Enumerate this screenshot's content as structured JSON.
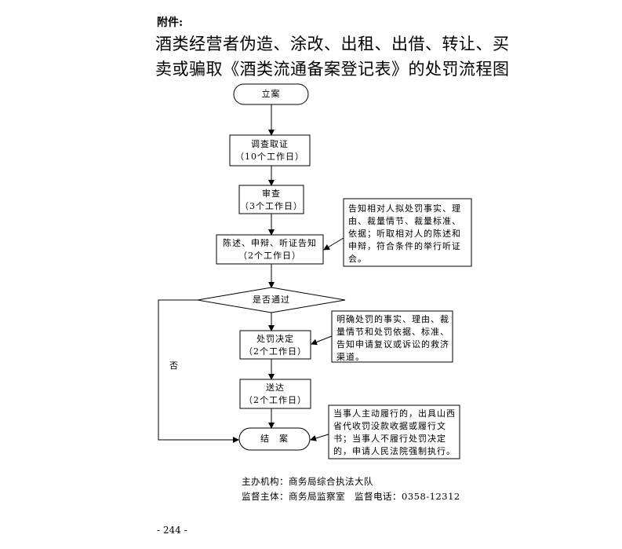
{
  "header": {
    "attachment_label": "附件:",
    "title_line1": "酒类经营者伪造、涂改、出租、出借、转让、买",
    "title_line2": "卖或骗取《酒类流通备案登记表》的处罚流程图"
  },
  "flow": {
    "start": "立案",
    "investigate": {
      "label": "调查取证",
      "duration": "（10个工作日）"
    },
    "review": {
      "label": "审查",
      "duration": "（3个工作日）"
    },
    "notify": {
      "label": "陈述、申辩、听证告知",
      "duration": "（2个工作日）"
    },
    "decision_diamond": "是否通过",
    "no_label": "否",
    "penalty": {
      "label": "处罚决定",
      "duration": "（2个工作日）"
    },
    "deliver": {
      "label": "送达",
      "duration": "（2个工作日）"
    },
    "end": "结　案"
  },
  "notes": {
    "notify_note": "告知相对人拟处罚事实、理由、裁量情节、裁量标准、依据；听取相对人的陈述和申辩，符合条件的举行听证会。",
    "penalty_note": "明确处罚的事实、理由、裁量情节和处罚依据、标准、告知申请复议或诉讼的救济渠道。",
    "end_note": "当事人主动履行的，出具山西省代收罚没款收据或履行文书；当事人不履行处罚决定的，申请人民法院强制执行。"
  },
  "footer": {
    "line1": "主办机构：商务局综合执法大队",
    "line2": "监督主体：商务局监察室　监督电话：0358-12312"
  },
  "page_number": "- 244 -"
}
